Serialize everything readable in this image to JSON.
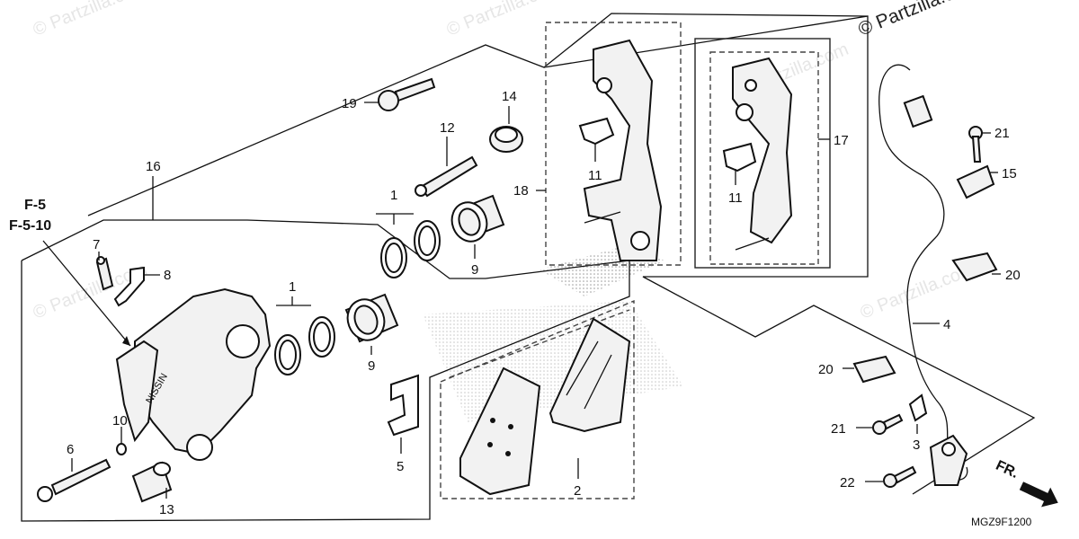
{
  "copyright": "© Partzilla.com",
  "watermark": "© Partzilla.com",
  "diagram_code": "MGZ9F1200",
  "front_label": "FR.",
  "refs": {
    "line1": "F-5",
    "line2": "F-5-10"
  },
  "callouts": {
    "c1a": "1",
    "c1b": "1",
    "c2": "2",
    "c3": "3",
    "c4": "4",
    "c5": "5",
    "c6": "6",
    "c7": "7",
    "c8": "8",
    "c9a": "9",
    "c9b": "9",
    "c10": "10",
    "c11a": "11",
    "c11b": "11",
    "c12": "12",
    "c13": "13",
    "c14": "14",
    "c15": "15",
    "c16": "16",
    "c17": "17",
    "c18": "18",
    "c19": "19",
    "c20a": "20",
    "c20b": "20",
    "c21a": "21",
    "c21b": "21",
    "c22": "22"
  },
  "caliper_brand": "NISSIN"
}
